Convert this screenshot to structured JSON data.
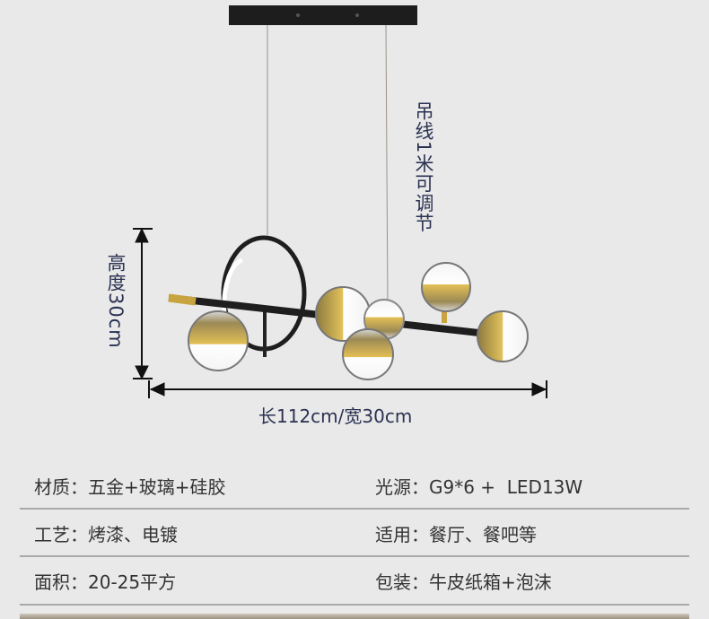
{
  "diagram": {
    "cable_note": "吊线1米可调节",
    "height_label": "高度30cm",
    "size_label": "长112cm/宽30cm"
  },
  "specs": [
    {
      "label": "材质：",
      "value": "五金+玻璃+硅胶"
    },
    {
      "label": "光源：",
      "value": "G9*6 +  LED13W"
    },
    {
      "label": "工艺：",
      "value": "烤漆、电镀"
    },
    {
      "label": "适用：",
      "value": "餐厅、餐吧等"
    },
    {
      "label": "面积：",
      "value": "20-25平方"
    },
    {
      "label": "包装：",
      "value": "牛皮纸箱+泡沫"
    }
  ]
}
